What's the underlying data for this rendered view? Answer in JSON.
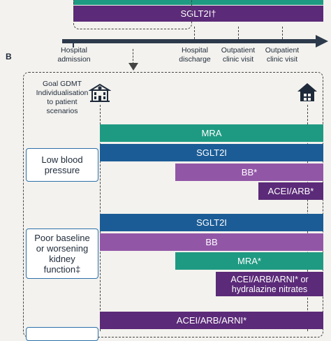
{
  "panel_a": {
    "bar_sglt2i": "SGLT2I†",
    "timeline": {
      "hospital_admission": "Hospital\nadmission",
      "hospital_discharge": "Hospital\ndischarge",
      "outpatient_visit_1": "Outpatient\nclinic visit",
      "outpatient_visit_2": "Outpatient\nclinic visit"
    }
  },
  "panel_b": {
    "label": "B",
    "goal_text": "Goal GDMT\nIndividualisation\nto patient\nscenarios",
    "icons": {
      "hospital": "hospital-icon",
      "home": "home-icon"
    },
    "scenarios": [
      {
        "title": "Low blood\npressure",
        "bars": [
          "MRA",
          "SGLT2I",
          "BB*",
          "ACEI/ARB*"
        ]
      },
      {
        "title": "Poor baseline\nor worsening\nkidney\nfunction‡",
        "bars": [
          "SGLT2I",
          "BB",
          "MRA*",
          "ACEI/ARB/ARNI* or\nhydralazine nitrates"
        ]
      },
      {
        "title": "",
        "bars": [
          "ACEI/ARB/ARNI*"
        ]
      }
    ]
  },
  "colors": {
    "teal": "#1f9a82",
    "blue": "#1b5c96",
    "violet": "#9256a7",
    "purple": "#5b2a78",
    "timeline": "#2d3a4c",
    "box_border": "#2c6fa8"
  }
}
